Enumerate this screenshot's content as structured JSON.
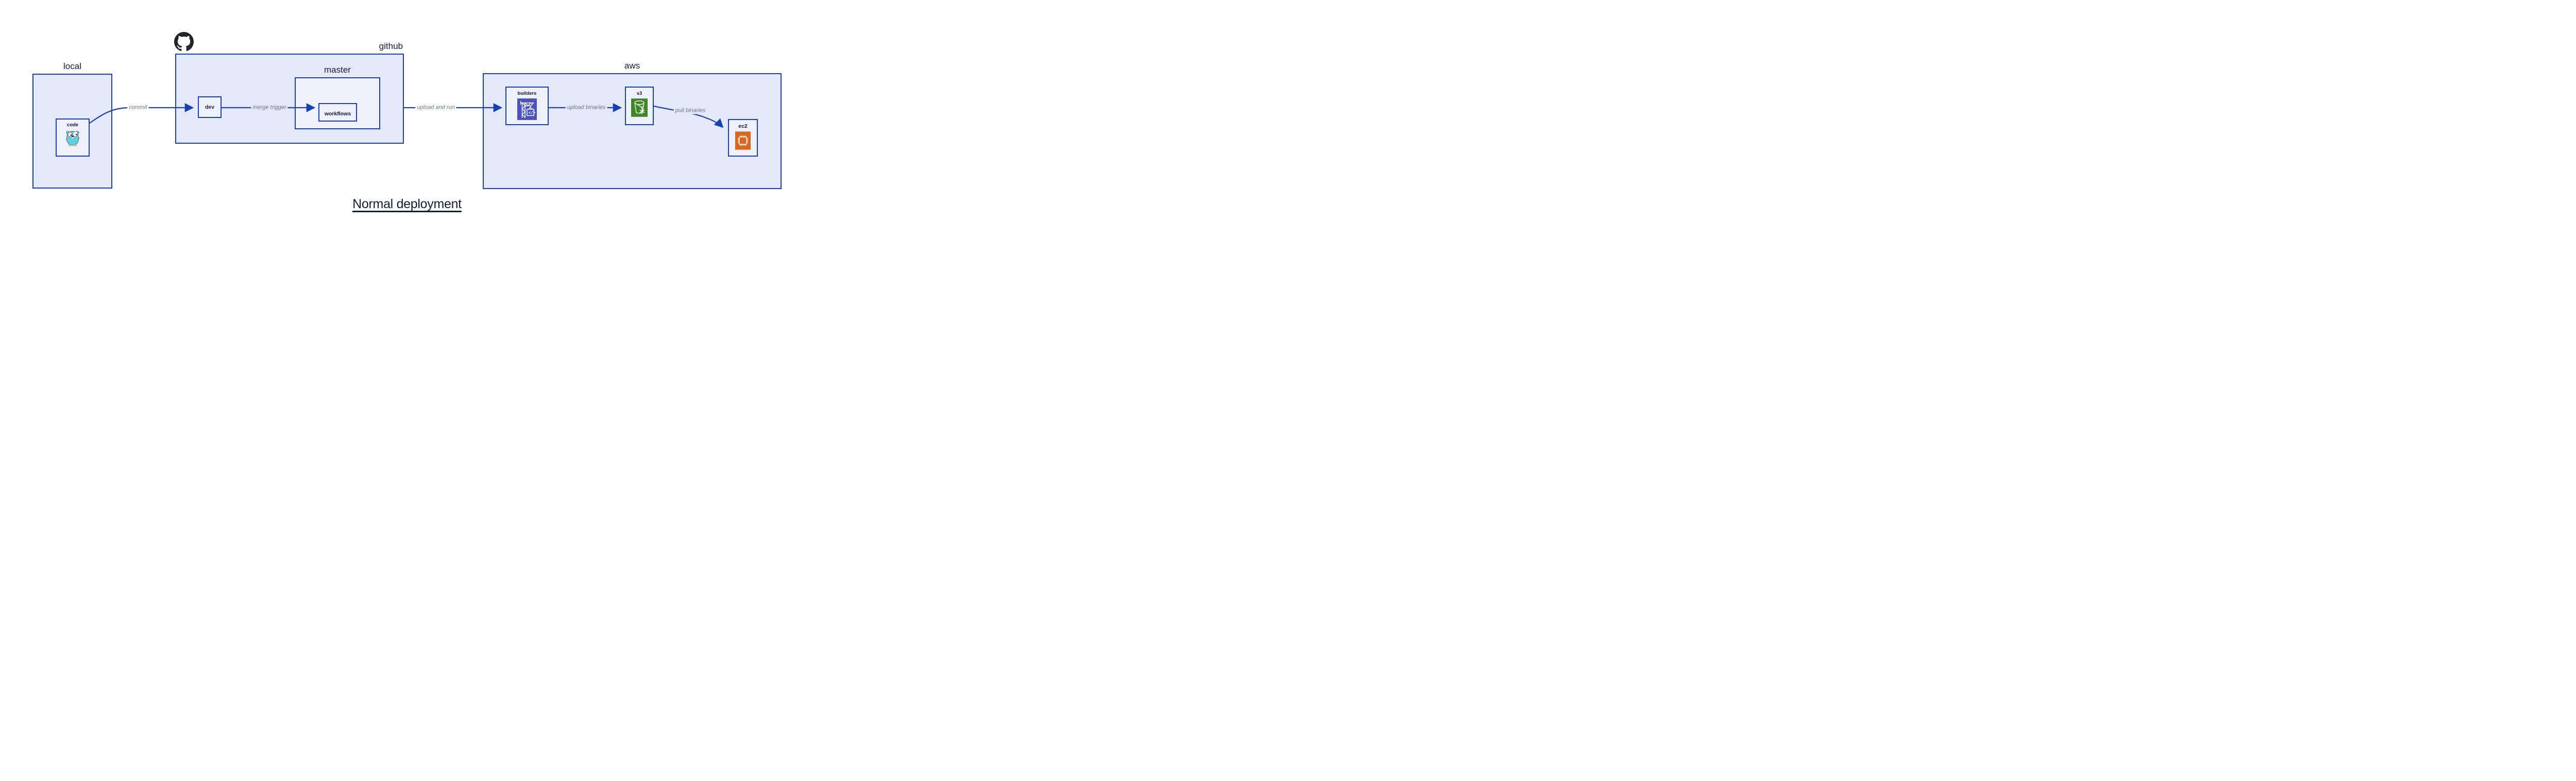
{
  "diagram_title": "Normal deployment",
  "containers": {
    "local": {
      "label": "local"
    },
    "github": {
      "label": "github"
    },
    "master": {
      "label": "master"
    },
    "aws": {
      "label": "aws"
    }
  },
  "nodes": {
    "code": {
      "label": "code",
      "icon": "go-gopher-icon"
    },
    "dev": {
      "label": "dev",
      "icon": null
    },
    "workflows": {
      "label": "workflows",
      "icon": null
    },
    "builders": {
      "label": "builders",
      "icon": "aws-codebuild-icon"
    },
    "s3": {
      "label": "s3",
      "icon": "aws-s3-bucket-icon"
    },
    "ec2": {
      "label": "ec2",
      "icon": "aws-ec2-chip-icon"
    }
  },
  "edges": {
    "commit": {
      "from": "code",
      "to": "dev",
      "label": "commit"
    },
    "merge_trigger": {
      "from": "dev",
      "to": "workflows",
      "label": "merge trigger"
    },
    "upload_and_run": {
      "from": "workflows",
      "to": "builders",
      "label": "upload and run"
    },
    "upload_binaries": {
      "from": "builders",
      "to": "s3",
      "label": "upload binaries"
    },
    "pull_binaries": {
      "from": "s3",
      "to": "ec2",
      "label": "pull binaries"
    }
  },
  "logo": {
    "name": "github-octocat-icon"
  },
  "colors": {
    "container_fill": "#e3e9fa",
    "node_fill": "#eef1fc",
    "border_blue": "#1840b4",
    "arrow_blue": "#1840b4",
    "label_dark": "#131b36",
    "edge_label_gray": "#6e7380",
    "codebuild_purple": "#4a51c0",
    "s3_green": "#3f8624",
    "ec2_orange": "#d9671d",
    "octocat_black": "#20242b",
    "gopher_teal": "#62cfe0"
  }
}
